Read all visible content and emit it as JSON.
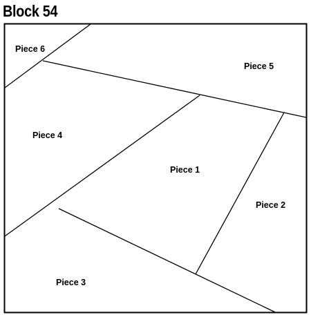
{
  "title": "Block 54",
  "pieces": [
    {
      "id": "piece-6",
      "label": "Piece 6"
    },
    {
      "id": "piece-5",
      "label": "Piece 5"
    },
    {
      "id": "piece-4",
      "label": "Piece 4"
    },
    {
      "id": "piece-1",
      "label": "Piece 1"
    },
    {
      "id": "piece-2",
      "label": "Piece 2"
    },
    {
      "id": "piece-3",
      "label": "Piece 3"
    }
  ]
}
